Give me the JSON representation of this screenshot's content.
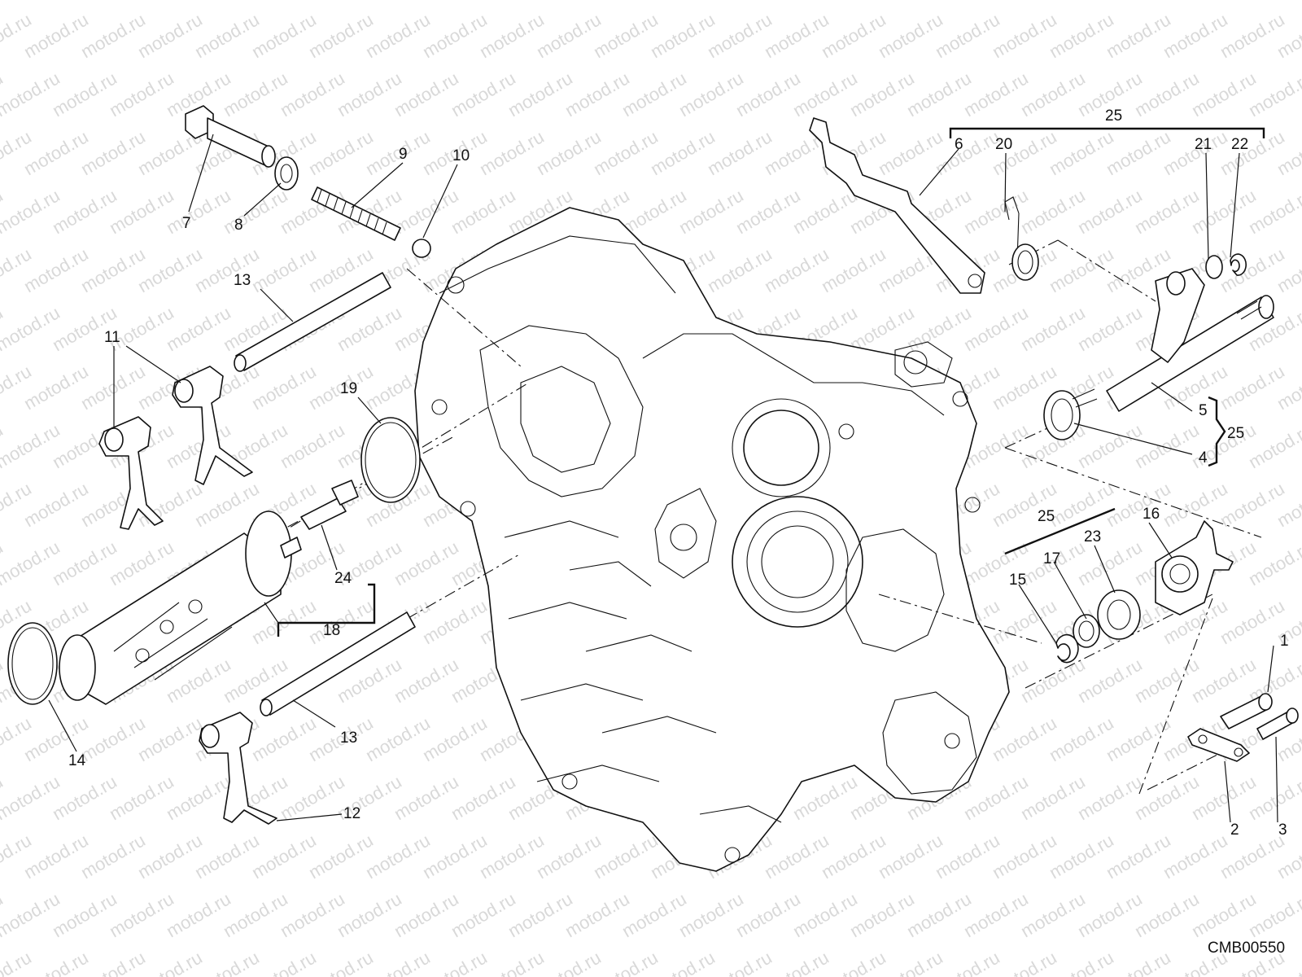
{
  "watermark": {
    "text": "motod.ru"
  },
  "diagram_code": "CMB00550",
  "callouts": [
    {
      "id": "c1",
      "label": "1"
    },
    {
      "id": "c2",
      "label": "2"
    },
    {
      "id": "c3",
      "label": "3"
    },
    {
      "id": "c4",
      "label": "4"
    },
    {
      "id": "c5",
      "label": "5"
    },
    {
      "id": "c6",
      "label": "6"
    },
    {
      "id": "c7",
      "label": "7"
    },
    {
      "id": "c8",
      "label": "8"
    },
    {
      "id": "c9",
      "label": "9"
    },
    {
      "id": "c10",
      "label": "10"
    },
    {
      "id": "c11",
      "label": "11"
    },
    {
      "id": "c12",
      "label": "12"
    },
    {
      "id": "c13a",
      "label": "13"
    },
    {
      "id": "c13b",
      "label": "13"
    },
    {
      "id": "c14",
      "label": "14"
    },
    {
      "id": "c15",
      "label": "15"
    },
    {
      "id": "c16",
      "label": "16"
    },
    {
      "id": "c17",
      "label": "17"
    },
    {
      "id": "c18",
      "label": "18"
    },
    {
      "id": "c19",
      "label": "19"
    },
    {
      "id": "c20",
      "label": "20"
    },
    {
      "id": "c21",
      "label": "21"
    },
    {
      "id": "c22",
      "label": "22"
    },
    {
      "id": "c23",
      "label": "23"
    },
    {
      "id": "c24",
      "label": "24"
    },
    {
      "id": "c25a",
      "label": "25"
    },
    {
      "id": "c25b",
      "label": "25"
    },
    {
      "id": "c25c",
      "label": "25"
    }
  ]
}
